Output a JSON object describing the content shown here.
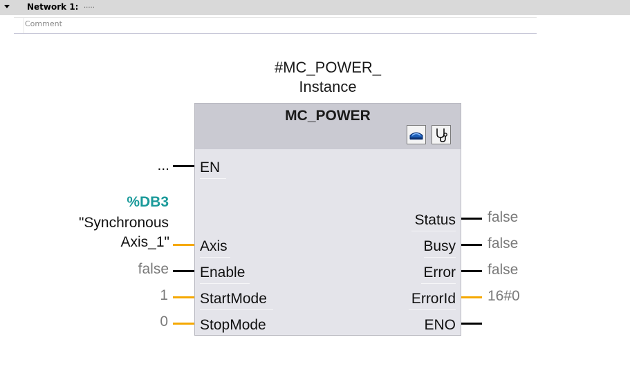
{
  "network": {
    "title": "Network 1:",
    "title_dots": ".....",
    "comment_placeholder": "Comment"
  },
  "block": {
    "instance_line1": "#MC_POWER_",
    "instance_line2": "Instance",
    "title": "MC_POWER",
    "icons": [
      "db-instance-icon",
      "stethoscope-diagnostics-icon"
    ]
  },
  "inputs": [
    {
      "pin": "EN",
      "value": "...",
      "wire": "black"
    },
    {
      "pin": "Axis",
      "address": "%DB3",
      "operand_line1": "\"Synchronous",
      "operand_line2": "Axis_1\"",
      "wire": "orange"
    },
    {
      "pin": "Enable",
      "value": "false",
      "wire": "black"
    },
    {
      "pin": "StartMode",
      "value": "1",
      "wire": "orange"
    },
    {
      "pin": "StopMode",
      "value": "0",
      "wire": "orange"
    }
  ],
  "outputs": [
    {
      "pin": "Status",
      "value": "false",
      "wire": "black"
    },
    {
      "pin": "Busy",
      "value": "false",
      "wire": "black"
    },
    {
      "pin": "Error",
      "value": "false",
      "wire": "black"
    },
    {
      "pin": "ErrorId",
      "value": "16#0",
      "wire": "orange"
    },
    {
      "pin": "ENO",
      "value": "",
      "wire": "black"
    }
  ],
  "colors": {
    "bool_wire": "#000000",
    "data_wire": "#f5a800",
    "db_address": "#1a9a9a",
    "block_body": "#e4e4ea",
    "block_header": "#cacad2"
  }
}
